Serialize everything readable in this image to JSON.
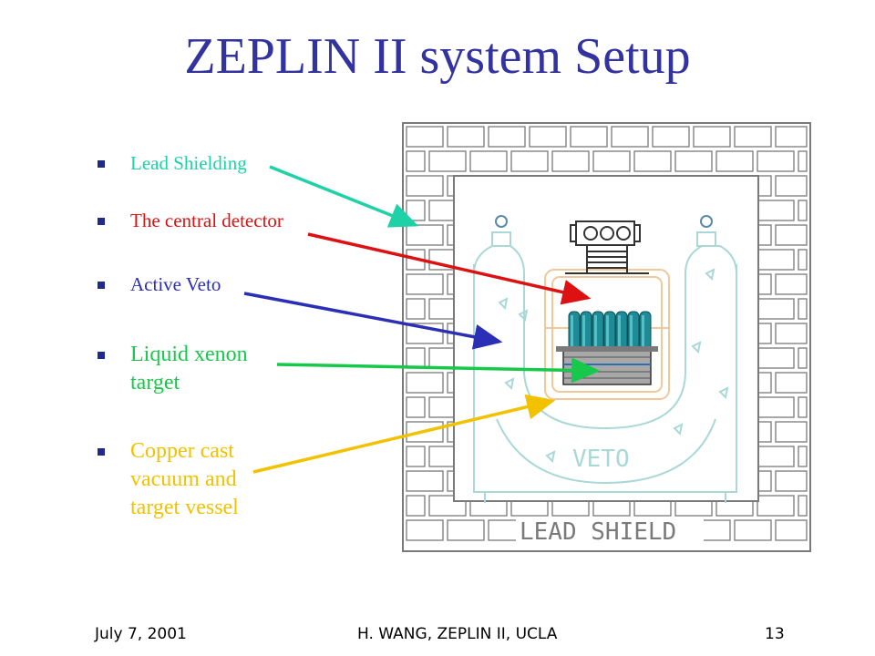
{
  "slide": {
    "title": "ZEPLIN II system Setup",
    "colors": {
      "title": "#3333a0",
      "bullet_marker": "#1f2a8a"
    }
  },
  "bullets": [
    {
      "text": "Lead Shielding",
      "color": "#1fd1a6"
    },
    {
      "text": "The central detector",
      "color": "#dd1111"
    },
    {
      "text": "Active Veto",
      "color": "#2b2fb5"
    },
    {
      "text": "Liquid xenon target",
      "color": "#17c94a"
    },
    {
      "text": "Copper cast vacuum and target vessel",
      "color": "#f2c200"
    }
  ],
  "diagram": {
    "veto_label": "VETO",
    "shield_label": "LEAD SHIELD",
    "colors": {
      "brick": "#7a7a7a",
      "veto_outline": "#a9d8d6",
      "vessel_outline": "#f0c89a",
      "pmt": "#1e8c96"
    }
  },
  "footer": {
    "date": "July 7, 2001",
    "author": "H. WANG, ZEPLIN II, UCLA",
    "page": "13"
  }
}
